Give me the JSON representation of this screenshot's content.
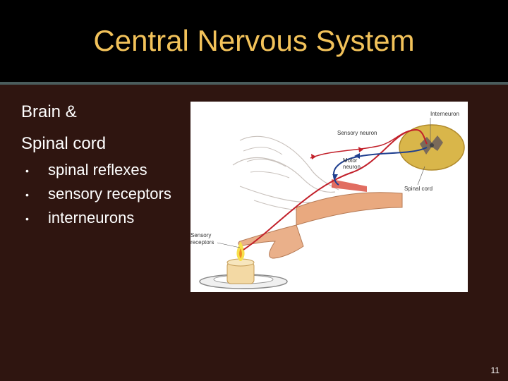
{
  "slide": {
    "title": "Central Nervous System",
    "subtitle_lines": [
      "Brain &",
      "Spinal cord"
    ],
    "bullets": [
      "spinal reflexes",
      "sensory receptors",
      "interneurons"
    ],
    "bullet_glyph": "•",
    "page_number": "11"
  },
  "figure": {
    "labels": {
      "interneuron": "Interneuron",
      "sensory_neuron": "Sensory neuron",
      "motor_neuron_1": "Motor",
      "motor_neuron_2": "neuron",
      "spinal_cord": "Spinal cord",
      "sensory_receptors_1": "Sensory",
      "sensory_receptors_2": "receptors"
    }
  },
  "colors": {
    "background": "#2f1510",
    "title": "#f2c25a",
    "title_bar": "#000000",
    "divider": "#4a5c5c",
    "text": "#ffffff"
  }
}
